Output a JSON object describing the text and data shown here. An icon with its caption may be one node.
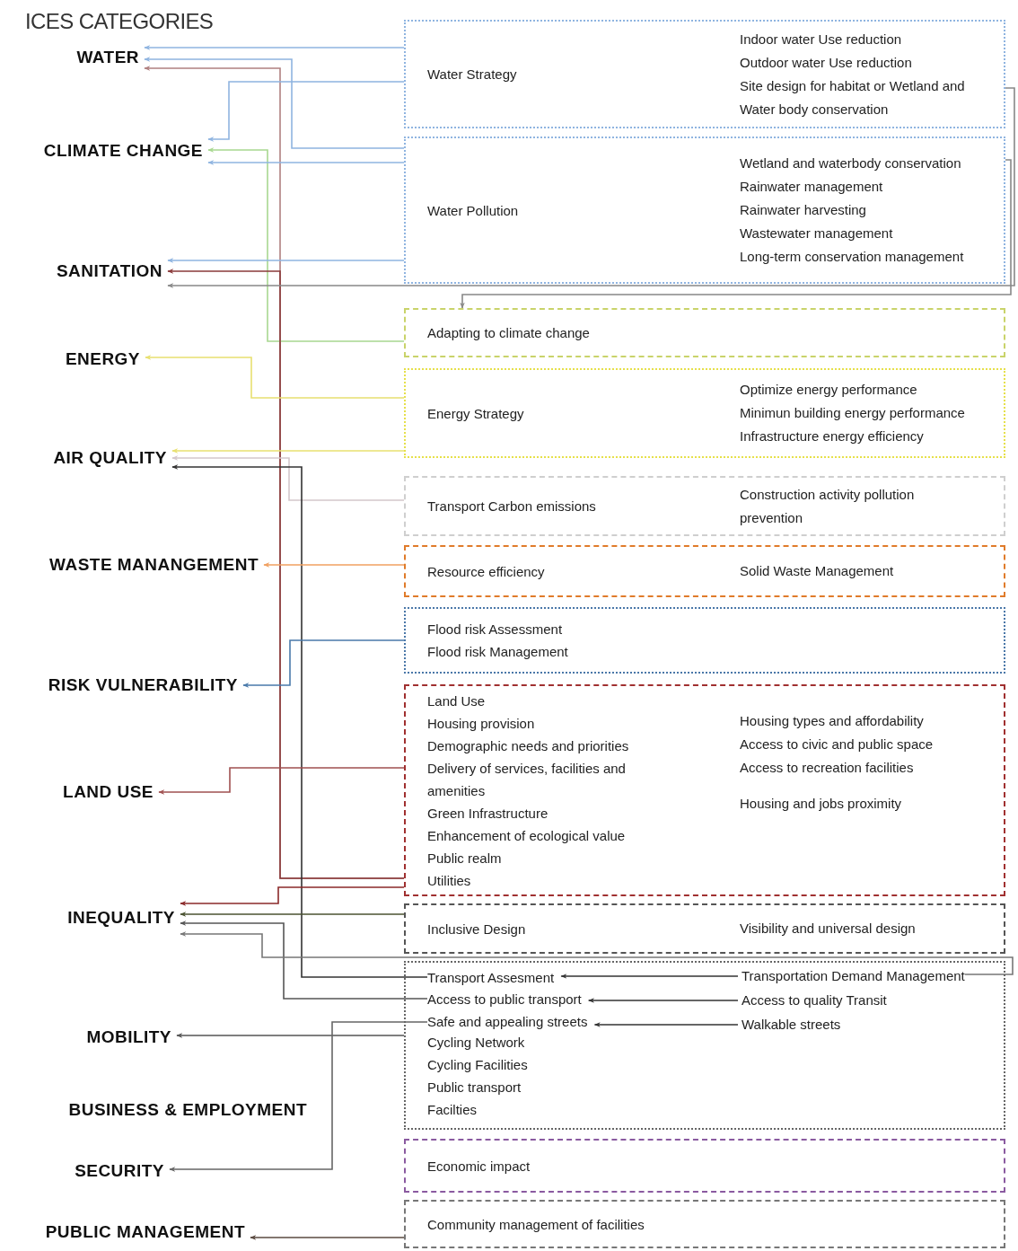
{
  "diagram": {
    "title": "ICES CATEGORIES",
    "nodes": [
      {
        "text": [
          "WATER"
        ]
      },
      {
        "text": [
          "CLIMATE CHANGE"
        ]
      },
      {
        "text": [
          "SANITATION"
        ]
      },
      {
        "text": [
          "ENERGY"
        ]
      },
      {
        "text": [
          "AIR QUALITY"
        ]
      },
      {
        "text": [
          "WASTE MANANGEMENT"
        ]
      },
      {
        "text": [
          "RISK VULNERABILITY"
        ]
      },
      {
        "text": [
          "LAND USE"
        ]
      },
      {
        "text": [
          "INEQUALITY"
        ]
      },
      {
        "text": [
          "MOBILITY"
        ]
      },
      {
        "text": [
          "BUSINESS & EMPLOYMENT"
        ]
      },
      {
        "text": [
          "SECURITY"
        ]
      },
      {
        "text": [
          "PUBLIC MANAGEMENT"
        ]
      },
      {
        "text": [
          "Water Strategy",
          "Indoor water Use reduction",
          "Outdoor water Use reduction",
          "Site design for habitat or Wetland and",
          "Water body conservation"
        ]
      },
      {
        "text": [
          "Water Pollution",
          "Wetland and waterbody conservation",
          "Rainwater management",
          "Rainwater harvesting",
          "Wastewater management",
          "Long-term conservation management"
        ]
      },
      {
        "text": [
          "Adapting to climate change"
        ]
      },
      {
        "text": [
          "Energy Strategy",
          "Optimize energy performance",
          "Minimun building energy performance",
          "Infrastructure energy efficiency"
        ]
      },
      {
        "text": [
          "Transport Carbon emissions",
          "Construction activity pollution prevention"
        ]
      },
      {
        "text": [
          "Resource efficiency",
          "Solid Waste Management"
        ]
      },
      {
        "text": [
          "Flood risk Assessment",
          "Flood risk Management"
        ]
      },
      {
        "text": [
          "Land Use",
          "Housing provision",
          "Demographic needs and priorities",
          "Delivery of services, facilities and amenities",
          "Green Infrastructure",
          "Enhancement of ecological value",
          "Public realm",
          "Utilities",
          "Housing types and affordability",
          "Access to civic and public space",
          "Access to recreation facilities",
          "Housing and jobs proximity"
        ]
      },
      {
        "text": [
          "Inclusive Design",
          "Visibility and universal design"
        ]
      },
      {
        "text": [
          "Cycling Network",
          "Cycling Facilities",
          "Public transport Facilties"
        ]
      },
      {
        "text": [
          "Transport Assesment"
        ],
        "in": 22
      },
      {
        "text": [
          "Transportation Demand Management"
        ],
        "in": 22
      },
      {
        "text": [
          "Access to public transport"
        ],
        "in": 22
      },
      {
        "text": [
          "Access to quality Transit"
        ],
        "in": 22
      },
      {
        "text": [
          "Safe and appealing streets"
        ],
        "in": 22
      },
      {
        "text": [
          "Walkable streets"
        ],
        "in": 22
      },
      {
        "text": [
          "Economic impact"
        ]
      },
      {
        "text": [
          "Community management of facilities"
        ]
      }
    ],
    "edges": [
      {
        "from": 13,
        "to": 0,
        "arrow": "to",
        "color": "#8fb4e0"
      },
      {
        "from": 14,
        "to": 0,
        "arrow": "to",
        "color": "#8fb4e0"
      },
      {
        "from": 20,
        "to": 0,
        "arrow": "to",
        "color": "#b08080"
      },
      {
        "from": 13,
        "to": 1,
        "arrow": "to",
        "color": "#8fb4e0"
      },
      {
        "from": 15,
        "to": 1,
        "arrow": "to",
        "color": "#a8d890"
      },
      {
        "from": 14,
        "to": 1,
        "arrow": "to",
        "color": "#8fb4e0"
      },
      {
        "from": 14,
        "to": 2,
        "arrow": "to",
        "color": "#8fb4e0"
      },
      {
        "from": 20,
        "to": 2,
        "arrow": "to",
        "color": "#8b3a3a"
      },
      {
        "from": 13,
        "to": 2,
        "arrow": "to",
        "color": "#888888"
      },
      {
        "from": 14,
        "to": 15,
        "arrow": "to",
        "color": "#888888"
      },
      {
        "from": 16,
        "to": 3,
        "arrow": "to",
        "color": "#e8e070"
      },
      {
        "from": 16,
        "to": 4,
        "arrow": "to",
        "color": "#e8e070"
      },
      {
        "from": 17,
        "to": 4,
        "arrow": "to",
        "color": "#d4c8cc"
      },
      {
        "from": 23,
        "to": 4,
        "arrow": "to",
        "color": "#333333"
      },
      {
        "from": 18,
        "to": 5,
        "arrow": "to",
        "color": "#f0a060"
      },
      {
        "from": 19,
        "to": 6,
        "arrow": "to",
        "color": "#4a7aaa"
      },
      {
        "from": 20,
        "to": 7,
        "arrow": "to",
        "color": "#a05050"
      },
      {
        "from": 20,
        "to": 8,
        "arrow": "to",
        "color": "#8b2a2a"
      },
      {
        "from": 21,
        "to": 8,
        "arrow": "to",
        "color": "#4a5230"
      },
      {
        "from": 25,
        "to": 8,
        "arrow": "to",
        "color": "#555555"
      },
      {
        "from": 24,
        "to": 8,
        "arrow": "to",
        "color": "#777777"
      },
      {
        "from": 22,
        "to": 9,
        "arrow": "to",
        "color": "#555555"
      },
      {
        "from": 27,
        "to": 11,
        "arrow": "to",
        "color": "#666666"
      },
      {
        "from": 30,
        "to": 12,
        "arrow": "to",
        "color": "#5a4a40"
      },
      {
        "from": 24,
        "to": 23,
        "arrow": "to",
        "color": "#333333"
      },
      {
        "from": 26,
        "to": 25,
        "arrow": "to",
        "color": "#333333"
      },
      {
        "from": 28,
        "to": 27,
        "arrow": "to",
        "color": "#333333"
      }
    ]
  }
}
